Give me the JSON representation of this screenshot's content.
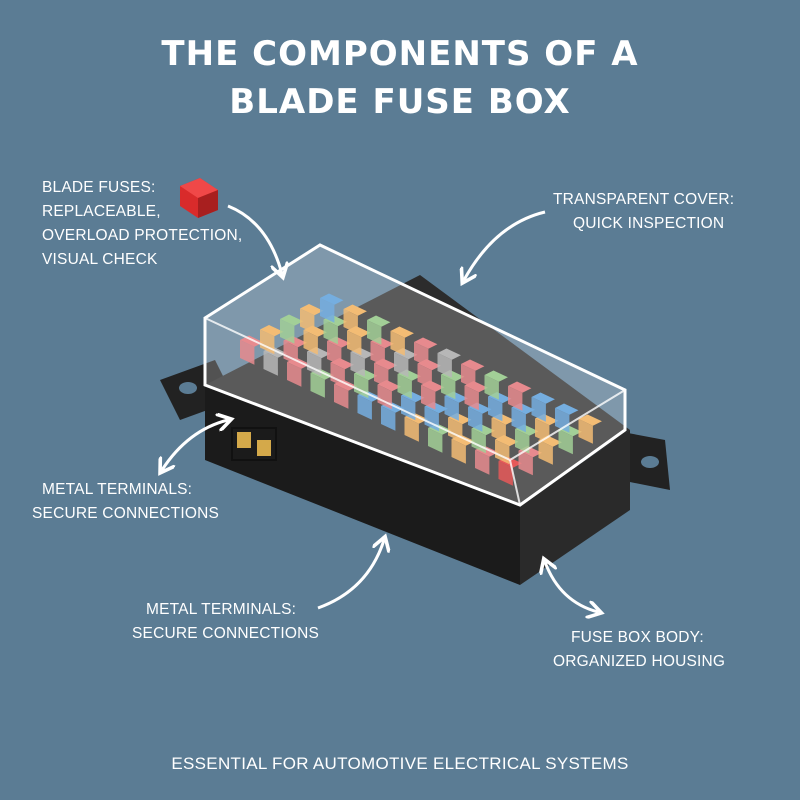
{
  "title": {
    "line1": "THE COMPONENTS OF A",
    "line2": "BLADE FUSE BOX"
  },
  "labels": {
    "blade_fuses": [
      "BLADE FUSES:",
      "REPLACEABLE,",
      "OVERLOAD PROTECTION,",
      "VISUAL CHECK"
    ],
    "transparent_cover": [
      "TRANSPARENT COVER:",
      "QUICK INSPECTION"
    ],
    "metal_terminals_left": [
      "METAL TERMINALS:",
      "SECURE CONNECTIONS"
    ],
    "metal_terminals_bottom": [
      "METAL TERMINALS:",
      "SECURE CONNECTIONS"
    ],
    "fuse_box_body": [
      "FUSE BOX BODY:",
      "ORGANIZED HOUSING"
    ]
  },
  "footer": "ESSENTIAL FOR AUTOMOTIVE ELECTRICAL SYSTEMS",
  "colors": {
    "background": "#5b7c94",
    "fuse_red": "#e06a6f",
    "fuse_green": "#88c27a",
    "fuse_blue": "#4f98d8",
    "fuse_orange": "#f0a94e",
    "fuse_gray": "#a3a3a3",
    "fuse_bright_red": "#e02b2b",
    "body": "#1e1e1e"
  }
}
